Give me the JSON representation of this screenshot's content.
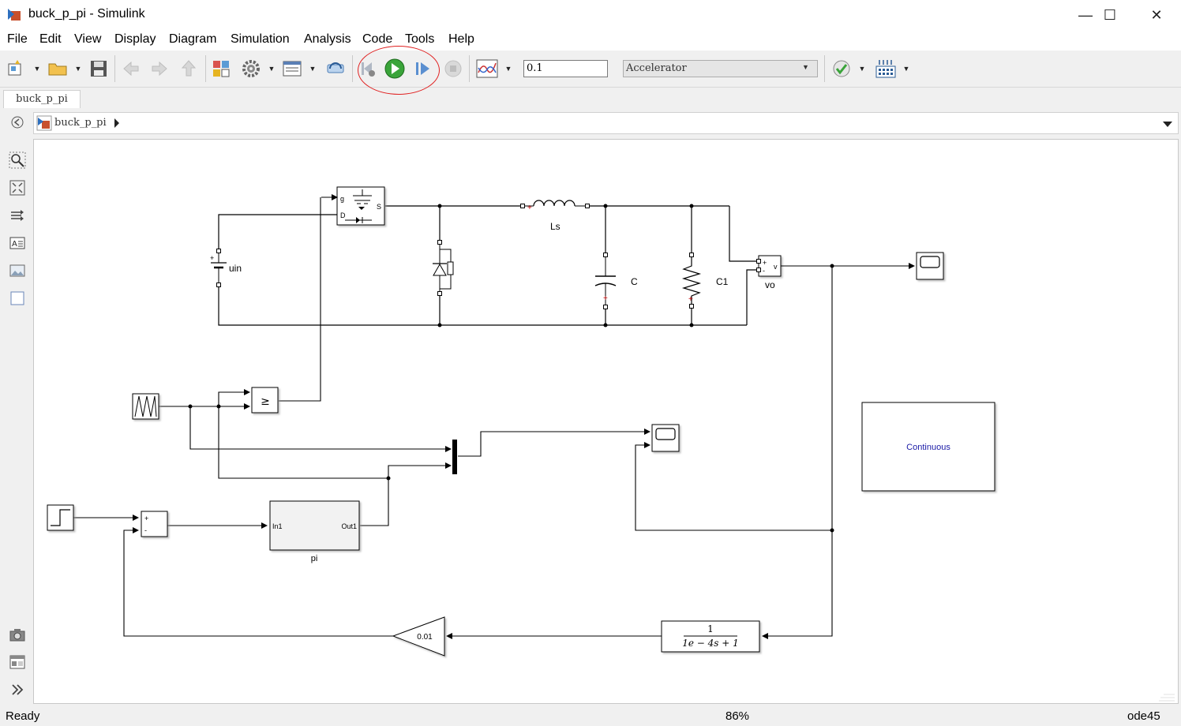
{
  "window": {
    "title": "buck_p_pi - Simulink",
    "minimize": "—",
    "maximize": "☐",
    "close": "✕"
  },
  "menu": [
    "File",
    "Edit",
    "View",
    "Display",
    "Diagram",
    "Simulation",
    "Analysis",
    "Code",
    "Tools",
    "Help"
  ],
  "toolbar": {
    "stop_time": "0.1",
    "sim_mode": "Accelerator"
  },
  "tab": {
    "label": "buck_p_pi"
  },
  "breadcrumb": {
    "model": "buck_p_pi"
  },
  "diagram": {
    "gate_port": "g",
    "drain_port": "D",
    "source_port": "S",
    "source_label": "uin",
    "inductor_label": "Ls",
    "capacitor_label": "C",
    "resistor_label": "C1",
    "vsensor_label": "vo",
    "vsensor_plus": "+",
    "vsensor_minus": "-",
    "vsensor_v": "v",
    "compare_symbol": "≥",
    "sum_plus": "+",
    "sum_minus": "-",
    "pi_in": "In1",
    "pi_out": "Out1",
    "pi_label": "pi",
    "gain_value": "0.01",
    "tf_num": "1",
    "tf_den": "1e − 4s + 1",
    "powergui": "Continuous"
  },
  "status": {
    "ready": "Ready",
    "zoom": "86%",
    "solver": "ode45"
  },
  "colors": {
    "run_green": "#3aa43a",
    "highlight_red": "#e02020",
    "block_blue": "#1a1aa6"
  }
}
